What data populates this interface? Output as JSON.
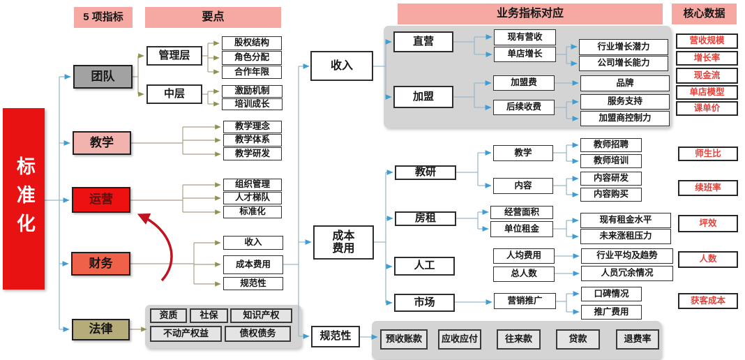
{
  "headers": {
    "indicators": "5 项指标",
    "keypoints": "要点",
    "business": "业务指标对应",
    "core": "核心数据"
  },
  "root": {
    "label": "标准化"
  },
  "level1": {
    "team": "团队",
    "teaching": "教学",
    "operation": "运营",
    "finance": "财务",
    "legal": "法律"
  },
  "team": {
    "management": "管理层",
    "middle": "中层",
    "equity": "股权结构",
    "roles": "角色分配",
    "years": "合作年限",
    "incentive": "激励机制",
    "training": "培训成长"
  },
  "teaching": {
    "philosophy": "教学理念",
    "system": "教学体系",
    "rnd": "教学研发"
  },
  "operation": {
    "org": "组织管理",
    "talent": "人才梯队",
    "standard": "标准化"
  },
  "finance": {
    "income": "收入",
    "cost": "成本费用",
    "compliance": "规范性"
  },
  "legal": {
    "qualification": "资质",
    "social": "社保",
    "ip": "知识产权",
    "estate": "不动产权益",
    "debt": "债权债务"
  },
  "income": {
    "main": "收入",
    "direct": "直营",
    "franchise": "加盟",
    "revenue": "现有营收",
    "store_growth": "单店增长",
    "industry": "行业增长潜力",
    "company": "公司增长能力",
    "fee": "加盟费",
    "follow_fee": "后续收费",
    "brand": "品牌",
    "support": "服务支持",
    "control": "加盟商控制力"
  },
  "cost": {
    "main": "成本费用",
    "research": "教研",
    "rent": "房租",
    "labor": "人工",
    "market": "市场",
    "teach": "教学",
    "content": "内容",
    "recruit": "教师招聘",
    "train": "教师培训",
    "content_rnd": "内容研发",
    "content_buy": "内容购买",
    "area": "经营面积",
    "unit_rent": "单位租金",
    "rent_level": "现有租金水平",
    "rent_pressure": "未来涨租压力",
    "avg_cost": "人均费用",
    "headcount": "总人数",
    "industry_avg": "行业平均及趋势",
    "redundancy": "人员冗余情况",
    "marketing": "营销推广",
    "wom": "口碑情况",
    "promo": "推广费用"
  },
  "compliance": {
    "main": "规范性",
    "items": [
      "预收账款",
      "应收应付",
      "往来款",
      "贷款",
      "退费率"
    ]
  },
  "core_metrics": [
    "营收规模",
    "增长率",
    "现金流",
    "单店模型",
    "课单价",
    "师生比",
    "续班率",
    "坪效",
    "人数",
    "获客成本"
  ],
  "colors": {
    "header_pink": "#f5a9a2",
    "root_red": "#e91212",
    "team_gray": "#a2a2a2",
    "teaching_pink": "#f2b3ae",
    "operation_red": "#ee1111",
    "finance_orange": "#f0614a",
    "legal_olive": "#b5ac79",
    "panel_gray": "#d4d4d4",
    "metric_red_text": "#e2423a",
    "arrow_blue": "#3e9ed2",
    "arrow_olive": "#8f9150",
    "callout_red": "#c01320"
  }
}
